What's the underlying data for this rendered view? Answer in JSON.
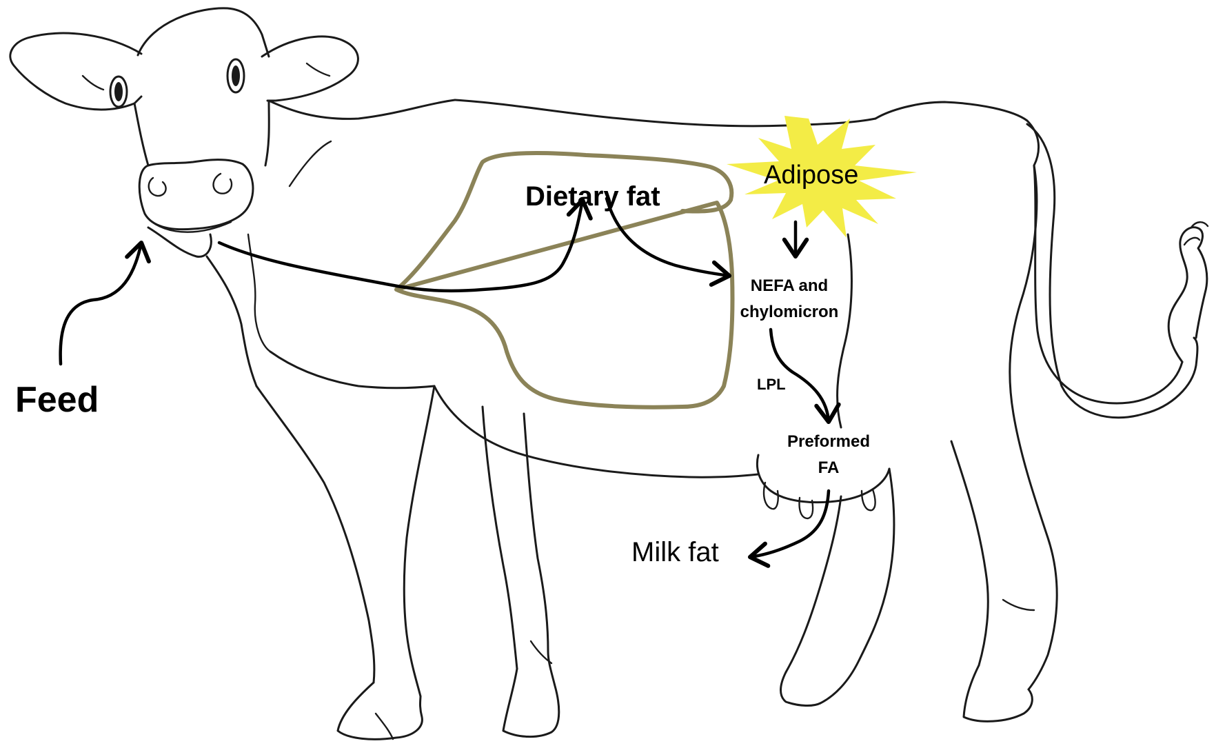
{
  "labels": {
    "feed": "Feed",
    "dietary_fat": "Dietary fat",
    "adipose": "Adipose",
    "nefa_line1": "NEFA and",
    "nefa_line2": "chylomicron",
    "lpl": "LPL",
    "preformed_line1": "Preformed",
    "preformed_line2": "FA",
    "milk_fat": "Milk fat"
  },
  "colors": {
    "rumen_outline": "#8b8358",
    "adipose_burst": "#f3ec46",
    "cow_outline": "#1a1a1a",
    "arrows": "#000000"
  },
  "icons": {
    "cow": "cow-line-drawing",
    "adipose": "starburst-icon"
  }
}
